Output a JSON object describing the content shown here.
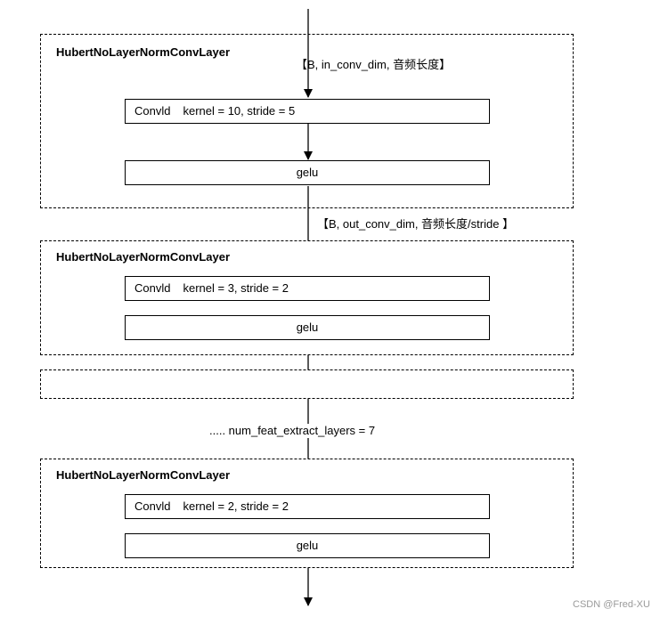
{
  "diagram": {
    "groups": [
      {
        "title": "HubertNoLayerNormConvLayer",
        "conv": {
          "name": "Convld",
          "params": "kernel = 10, stride = 5"
        },
        "act": "gelu"
      },
      {
        "title": "HubertNoLayerNormConvLayer",
        "conv": {
          "name": "Convld",
          "params": "kernel = 3, stride = 2"
        },
        "act": "gelu"
      },
      {
        "title": "HubertNoLayerNormConvLayer",
        "conv": {
          "name": "Convld",
          "params": "kernel = 2, stride = 2"
        },
        "act": "gelu"
      }
    ],
    "labels": {
      "input_shape": "【B,   in_conv_dim,   音频长度】",
      "output_shape": "【B,  out_conv_dim,  音频长度/stride 】",
      "repeat": "..... num_feat_extract_layers = 7"
    }
  },
  "watermark": "CSDN @Fred-XU"
}
